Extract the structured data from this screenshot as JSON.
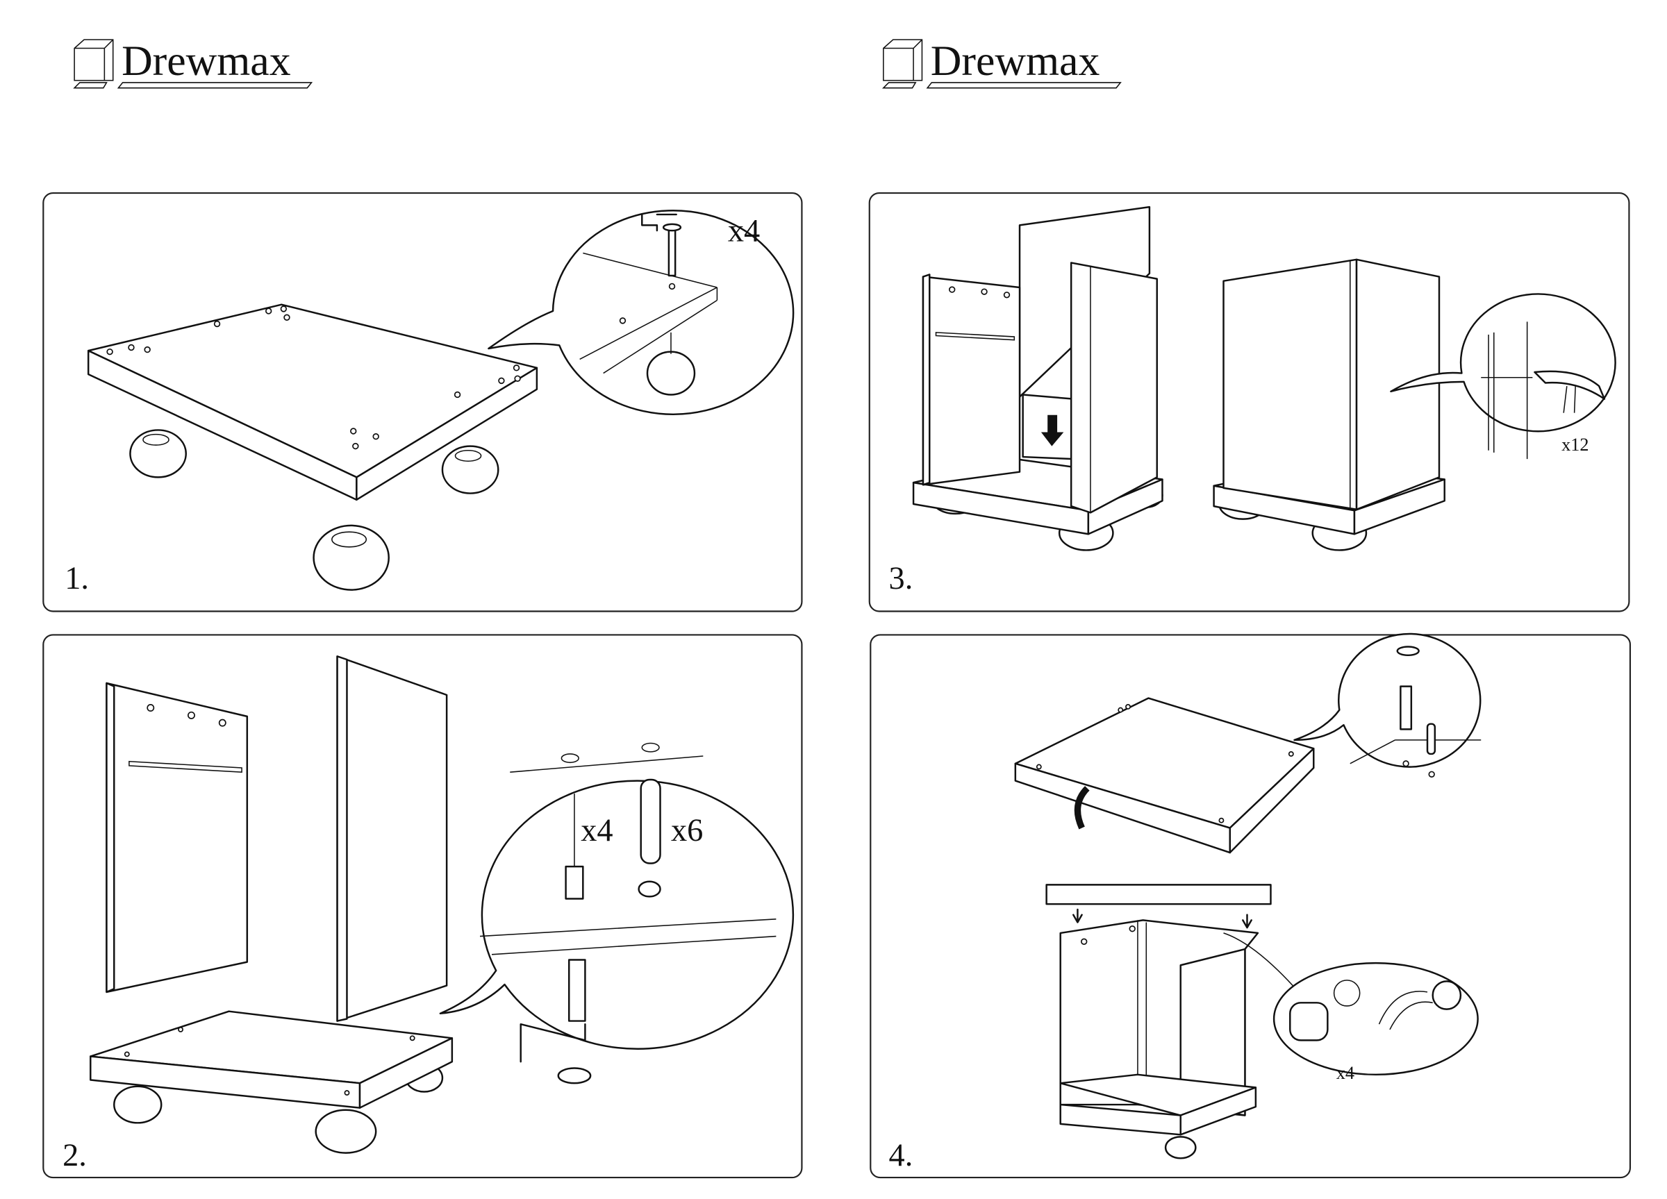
{
  "brand": {
    "name": "Drewmax"
  },
  "steps": [
    {
      "number": "1.",
      "quantity": "x4"
    },
    {
      "number": "2.",
      "quantities": [
        "x4",
        "x6"
      ]
    },
    {
      "number": "3.",
      "quantity": "x12"
    },
    {
      "number": "4.",
      "quantity": "x4"
    }
  ],
  "colors": {
    "line": "#111111",
    "background": "#ffffff"
  }
}
